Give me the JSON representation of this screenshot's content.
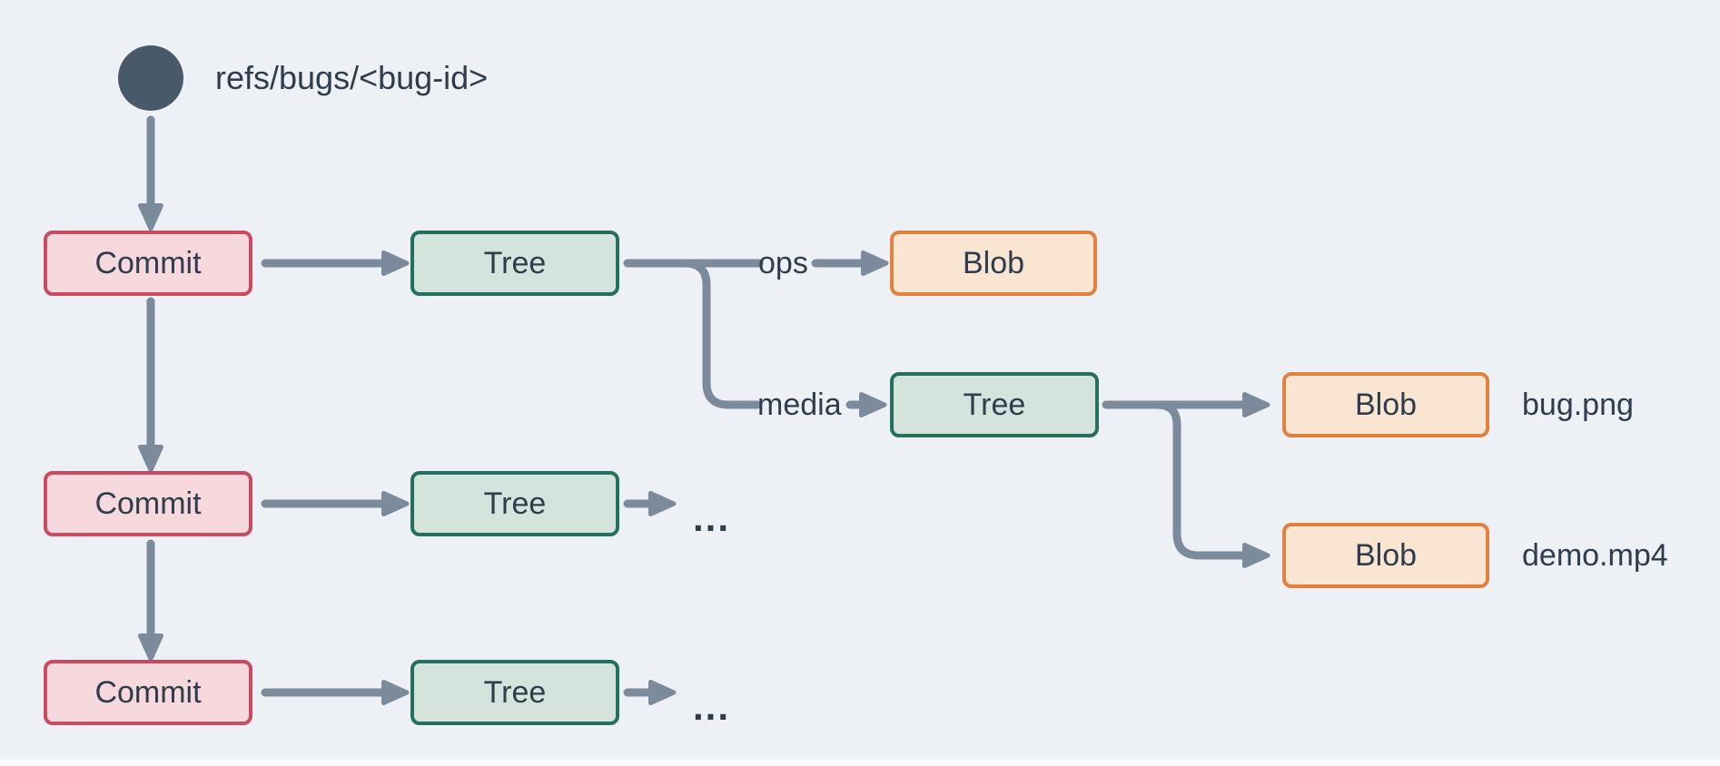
{
  "diagram": {
    "ref": {
      "label": "refs/bugs/<bug-id>"
    },
    "nodes": [
      {
        "id": "commit-1",
        "type": "commit",
        "label": "Commit"
      },
      {
        "id": "tree-1",
        "type": "tree",
        "label": "Tree"
      },
      {
        "id": "blob-ops",
        "type": "blob",
        "label": "Blob"
      },
      {
        "id": "tree-media",
        "type": "tree",
        "label": "Tree"
      },
      {
        "id": "blob-bug",
        "type": "blob",
        "label": "Blob"
      },
      {
        "id": "blob-demo",
        "type": "blob",
        "label": "Blob"
      },
      {
        "id": "commit-2",
        "type": "commit",
        "label": "Commit"
      },
      {
        "id": "tree-2",
        "type": "tree",
        "label": "Tree"
      },
      {
        "id": "commit-3",
        "type": "commit",
        "label": "Commit"
      },
      {
        "id": "tree-3",
        "type": "tree",
        "label": "Tree"
      }
    ],
    "edge_labels": {
      "ops": "ops",
      "media": "media"
    },
    "file_annotations": {
      "bug": "bug.png",
      "demo": "demo.mp4"
    },
    "ellipsis": "..."
  },
  "colors": {
    "background": "#edf1f5",
    "footer_strip": "#fafbfc",
    "text": "#2e3c4b",
    "arrow": "#7b8b9c",
    "ref_circle": "#48596a",
    "commit_fill": "#f7d8dc",
    "commit_border": "#cb4a5f",
    "tree_fill": "#d5e3dd",
    "tree_border": "#24705c",
    "blob_fill": "#fae5d3",
    "blob_border": "#e0823d"
  }
}
